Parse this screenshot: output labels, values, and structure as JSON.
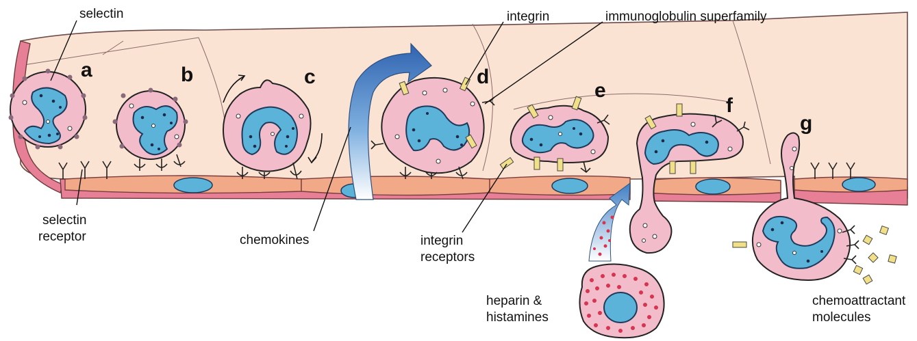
{
  "labels": {
    "selectin": "selectin",
    "selectin_receptor_1": "selectin",
    "selectin_receptor_2": "receptor",
    "chemokines": "chemokines",
    "integrin": "integrin",
    "igsf": "immunoglobulin superfamily",
    "integrin_receptors_1": "integrin",
    "integrin_receptors_2": "receptors",
    "heparin_1": "heparin &",
    "heparin_2": "histamines",
    "chemo_1": "chemoattractant",
    "chemo_2": "molecules"
  },
  "stages": [
    "a",
    "b",
    "c",
    "d",
    "e",
    "f",
    "g"
  ],
  "colors": {
    "tissue": "#fbe3d3",
    "cell": "#f3bccb",
    "nucleus": "#5bb3d9",
    "endothelium": "#f1a988",
    "vessel_wall": "#e77f97",
    "integrin": "#f2e089",
    "arrow": "#3f7fc4",
    "mast_granule": "#d8344f"
  }
}
